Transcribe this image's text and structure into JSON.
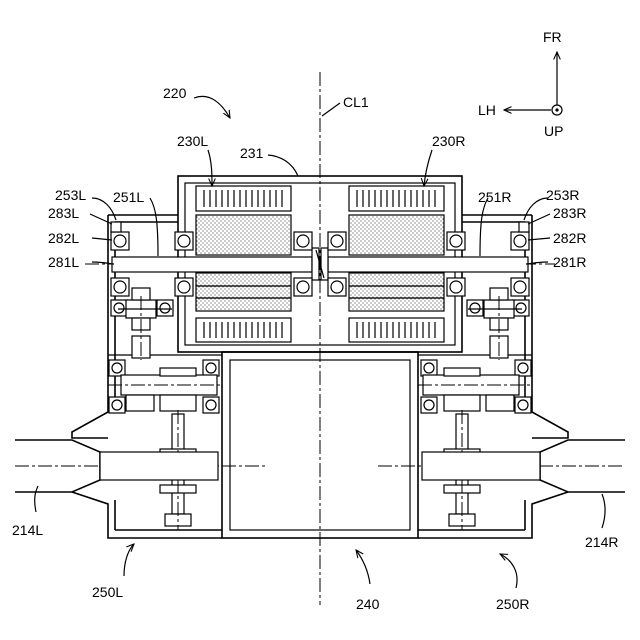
{
  "figure": {
    "labels": {
      "ref_220": "220",
      "cl1": "CL1",
      "fr": "FR",
      "lh": "LH",
      "up": "UP",
      "ref_230L": "230L",
      "ref_231": "231",
      "ref_230R": "230R",
      "ref_253L": "253L",
      "ref_251L": "251L",
      "ref_283L": "283L",
      "ref_282L": "282L",
      "ref_281L": "281L",
      "ref_251R": "251R",
      "ref_253R": "253R",
      "ref_283R": "283R",
      "ref_282R": "282R",
      "ref_281R": "281R",
      "ref_214L": "214L",
      "ref_214R": "214R",
      "ref_250L": "250L",
      "ref_240": "240",
      "ref_250R": "250R"
    }
  }
}
